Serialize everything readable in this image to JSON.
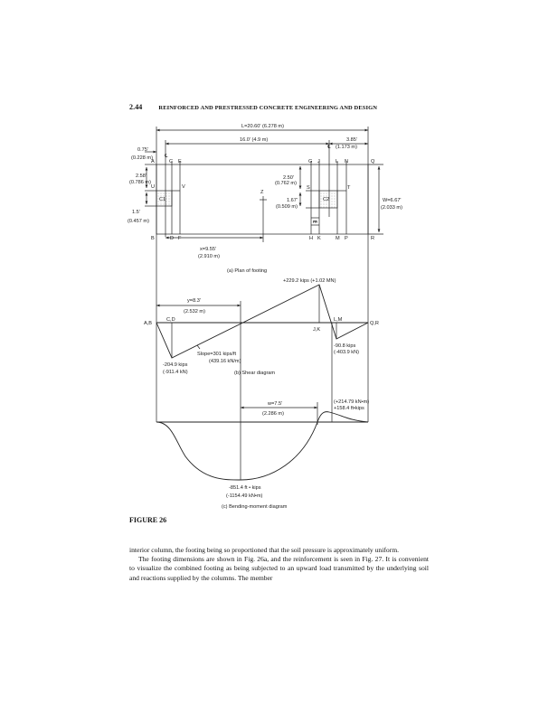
{
  "header": {
    "page_number": "2.44",
    "running_title": "REINFORCED AND PRESTRESSED CONCRETE ENGINEERING AND DESIGN"
  },
  "figure": {
    "label": "FIGURE 26",
    "plan": {
      "caption": "(a) Plan of footing",
      "dim_L": "L=20.60' (6.278 m)",
      "dim_16": "16.0' (4.9 m)",
      "dim_385a": "3.85'",
      "dim_385b": "(1.173 m)",
      "dim_075a": "0.75'",
      "dim_075b": "(0.228 m)",
      "dim_258a": "2.58'",
      "dim_258b": "(0.786 m)",
      "dim_15a": "1.5'",
      "dim_15b": "(0.457 m)",
      "dim_250a": "2.50'",
      "dim_250b": "(0.762 m)",
      "dim_167a": "1.67'",
      "dim_167b": "(0.509 m)",
      "dim_Wa": "W=6.67'",
      "dim_Wb": "(2.033 m)",
      "dim_xa": "x=9.55'",
      "dim_xb": "(2.910 m)",
      "centerline": "℄",
      "points": {
        "A": "A",
        "C": "C",
        "E": "E",
        "G": "G",
        "J": "J",
        "L": "L",
        "N": "N",
        "Q": "Q",
        "B": "B",
        "D": "D",
        "F": "F",
        "H": "H",
        "K": "K",
        "M": "M",
        "P": "P",
        "R": "R",
        "U": "U",
        "V": "V",
        "S": "S",
        "T": "T",
        "Z": "Z",
        "m": "m",
        "C1": "C1",
        "C2": "C2"
      }
    },
    "shear": {
      "caption": "(b) Shear diagram",
      "max": "+229.2 kips (+1.02 MN)",
      "min1a": "-204.9 kips",
      "min1b": "(-911.4 kN)",
      "min2a": "-90.8 kips",
      "min2b": "(-403.9 kN)",
      "slope_a": "Slope=301 kips/ft",
      "slope_b": "(439.16 kN/m)",
      "dim_ya": "y=8.3'",
      "dim_yb": "(2.532 m)",
      "lbl_AB": "A,B",
      "lbl_CD": "C,D",
      "lbl_JK": "J,K",
      "lbl_LM": "L,M",
      "lbl_QR": "Q,R"
    },
    "moment": {
      "caption": "(c) Bending-moment diagram",
      "min_a": "-851.4 ft • kips",
      "min_b": "(-1154.49 kN•m)",
      "max_a": "(+214.79 kN•m)",
      "max_b": "+158.4 ft•kips",
      "dim_wa": "w=7.5'",
      "dim_wb": "(2.286 m)"
    }
  },
  "body": {
    "p1": "interior column, the footing being so proportioned that the soil pressure is approximately uniform.",
    "p2": "The footing dimensions are shown in Fig. 26a, and the reinforcement is seen in Fig. 27. It is convenient to visualize the combined footing as being subjected to an upward load transmitted by the underlying soil and reactions supplied by the columns. The member"
  }
}
